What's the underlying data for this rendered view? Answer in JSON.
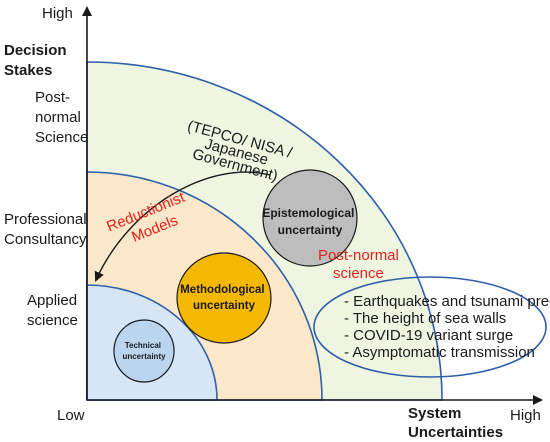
{
  "axes": {
    "y_high": "High",
    "y_title_line1": "Decision",
    "y_title_line2": "Stakes",
    "x_low": "Low",
    "x_high": "High",
    "x_title_line1": "System",
    "x_title_line2": "Uncertainties"
  },
  "levels": {
    "post_normal_line1": "Post-",
    "post_normal_line2": "normal",
    "post_normal_line3": "Science",
    "professional_line1": "Professional",
    "professional_line2": "Consultancy",
    "applied_line1": "Applied",
    "applied_line2": "science"
  },
  "circles": {
    "technical_line1": "Technical",
    "technical_line2": "uncertainty",
    "methodological_line1": "Methodological",
    "methodological_line2": "uncertainty",
    "epistemological_line1": "Epistemological",
    "epistemological_line2": "uncertainty"
  },
  "annotations": {
    "reductionist_line1": "Reductionist",
    "reductionist_line2": "Models",
    "post_normal_red_line1": "Post-normal",
    "post_normal_red_line2": "science",
    "actors_line1": "(TEPCO/ NISA /",
    "actors_line2": "Japanese",
    "actors_line3": "Government)"
  },
  "examples": [
    "- Earthquakes and tsunami predictions",
    "- The height of sea walls",
    "- COVID-19 variant surge",
    "- Asymptomatic transmission"
  ],
  "colors": {
    "outer_zone_fill": "#eef6e2",
    "middle_zone_fill": "#fbe8cb",
    "inner_zone_fill": "#d7e6f6",
    "arc_stroke": "#2e5fa8",
    "technical_fill": "#bcd5ef",
    "methodological_fill": "#f5b800",
    "epistemological_fill": "#bdbdbd",
    "accent_red": "#e0221d"
  }
}
